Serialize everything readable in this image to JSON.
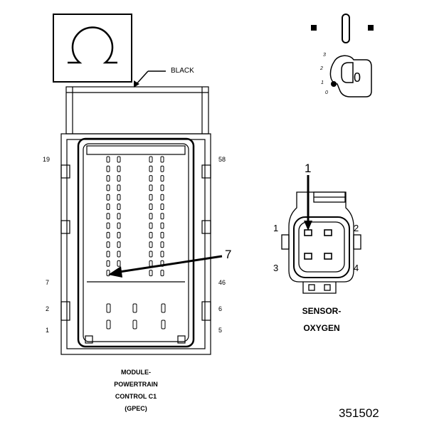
{
  "ohm_symbol": "Ω",
  "wire_color_label": "BLACK",
  "pcm_connector": {
    "pin_labels": {
      "top_left": "19",
      "top_right": "58",
      "mid_left": "7",
      "mid_right": "46",
      "low_left_2": "2",
      "low_right_6": "6",
      "bottom_left": "1",
      "bottom_right": "5"
    },
    "callout": "7",
    "name_lines": [
      "MODULE-",
      "POWERTRAIN",
      "CONTROL C1",
      "(GPEC)"
    ]
  },
  "ignition_key": {
    "positions": [
      "3",
      "2",
      "1",
      "0"
    ],
    "key_label": "0"
  },
  "o2_sensor": {
    "callout": "1",
    "pin_labels": [
      "1",
      "2",
      "3",
      "4"
    ],
    "name_lines": [
      "SENSOR-",
      "OXYGEN"
    ]
  },
  "figure_number": "351502"
}
